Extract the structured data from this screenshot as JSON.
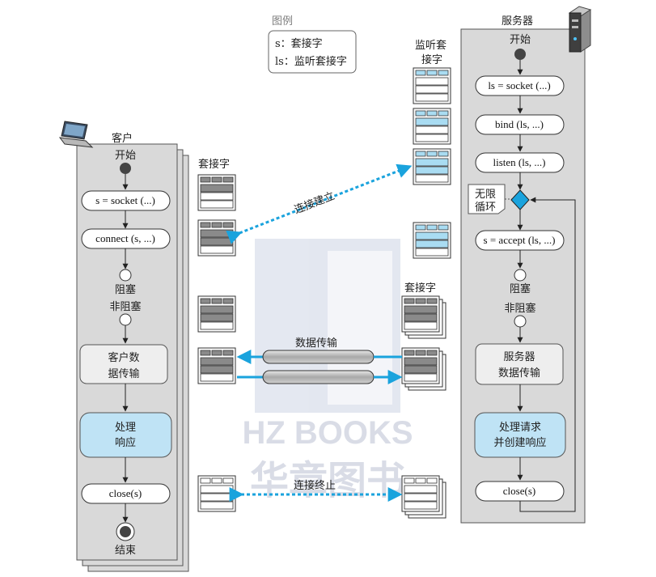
{
  "legend": {
    "title": "图例",
    "line1": "s：套接字",
    "line2": "ls：监听套接字"
  },
  "client": {
    "title": "客户",
    "start": "开始",
    "socket": "s = socket (...)",
    "connect": "connect (s, ...)",
    "blocking": "阻塞",
    "nonblocking": "非阻塞",
    "data_line1": "客户数",
    "data_line2": "据传输",
    "process_line1": "处理",
    "process_line2": "响应",
    "close": "close(s)",
    "end": "结束"
  },
  "server": {
    "title": "服务器",
    "start": "开始",
    "socket": "ls = socket (...)",
    "bind": "bind (ls, ...)",
    "listen": "listen (ls, ...)",
    "loop_line1": "无限",
    "loop_line2": "循环",
    "accept": "s = accept (ls, ...)",
    "blocking": "阻塞",
    "nonblocking": "非阻塞",
    "data_line1": "服务器",
    "data_line2": "数据传输",
    "process_line1": "处理请求",
    "process_line2": "并创建响应",
    "close": "close(s)"
  },
  "labels": {
    "client_socket": "套接字",
    "listen_socket_line1": "监听套",
    "listen_socket_line2": "接字",
    "server_socket": "套接字",
    "establish": "连接建立",
    "data_transfer": "数据传输",
    "terminate": "连接终止"
  },
  "watermark": {
    "line1": "HZ BOOKS",
    "line2": "华章图书"
  },
  "colors": {
    "panel_fill": "#d9d9d9",
    "panel_stroke": "#555555",
    "highlight_fill": "#bfe3f5",
    "socket_gray": "#8a8a8a",
    "socket_blue": "#a9dcf2",
    "arrow_blue": "#1aa3dd",
    "pipe_fill": "#bcbcbc"
  }
}
